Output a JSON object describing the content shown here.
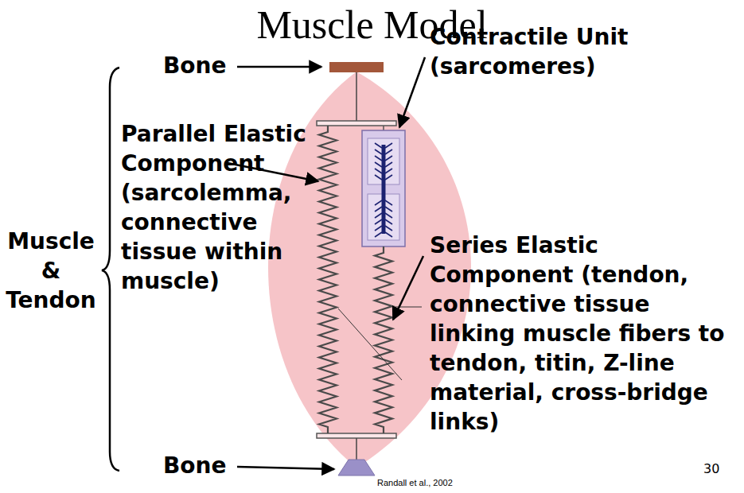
{
  "diagram": {
    "title": "Muscle Model",
    "labels": [
      "Bone",
      "Parallel Elastic Component (sarcolemma, connective tissue within muscle)",
      "Muscle & Tendon",
      "Contractile Unit (sarcomeres)",
      "Series Elastic Component (tendon, connective tissue linking muscle fibers to tendon, titin, Z-line material, cross-bridge links)",
      "Bone",
      "30",
      "Randall et al., 2002"
    ]
  }
}
